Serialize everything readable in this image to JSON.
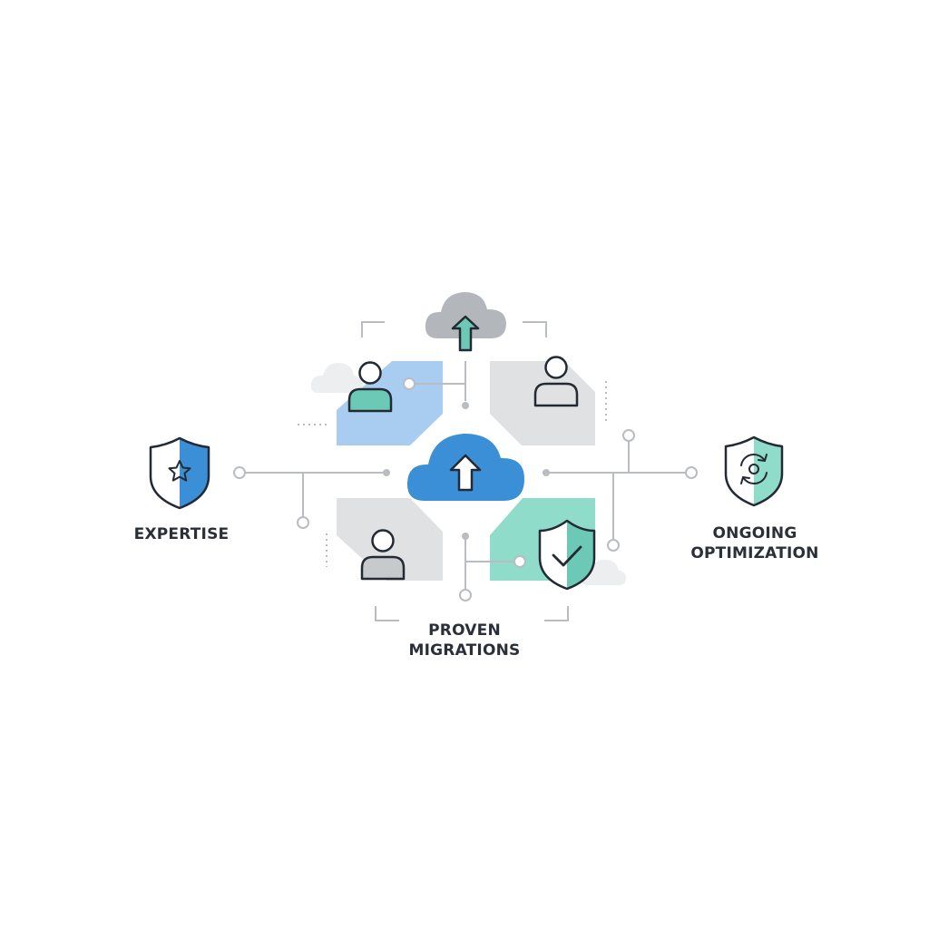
{
  "labels": {
    "expertise": "EXPERTISE",
    "ongoing_line1": "ONGOING",
    "ongoing_line2": "OPTIMIZATION",
    "proven_line1": "PROVEN",
    "proven_line2": "MIGRATIONS"
  },
  "icons": {
    "center": "cloud-upload-icon",
    "top": "cloud-upload-icon",
    "left": "shield-star-icon",
    "right": "shield-sync-icon",
    "quadrant_top_left": "user-icon",
    "quadrant_top_right": "user-icon",
    "quadrant_bottom_left": "user-icon",
    "quadrant_bottom_right": "shield-check-icon"
  },
  "colors": {
    "primary_blue": "#3b8fd6",
    "light_blue": "#a9cdf0",
    "teal": "#6cc9b5",
    "light_teal": "#8fdccb",
    "gray": "#d9dcdf",
    "line_gray": "#b9bcc0",
    "stroke_dark": "#232a33",
    "text": "#2b3038"
  }
}
